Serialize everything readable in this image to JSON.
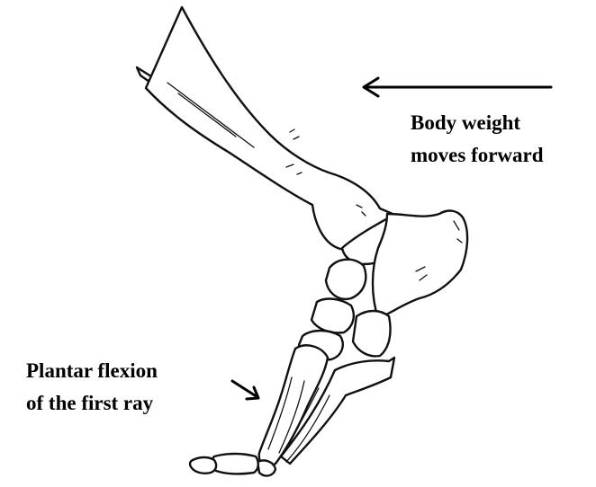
{
  "labels": {
    "body_weight": {
      "line1": "Body weight",
      "line2": "moves forward"
    },
    "plantar_flexion": {
      "line1": "Plantar flexion",
      "line2": "of the first ray"
    }
  },
  "arrows": {
    "body_weight_direction": "left",
    "plantar_flexion_direction": "down-right"
  },
  "colors": {
    "ink": "#000000",
    "background": "#ffffff"
  }
}
